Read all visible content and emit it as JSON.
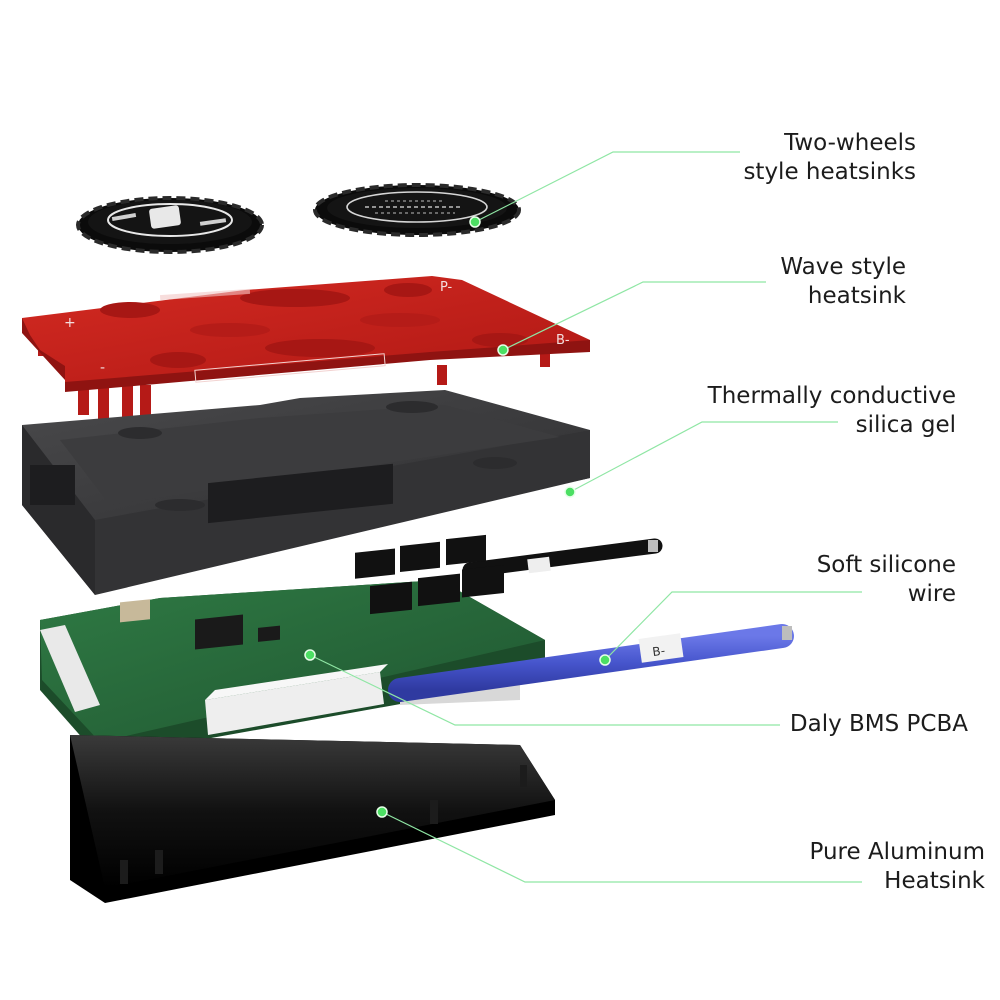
{
  "diagram": {
    "colors": {
      "leader_line": "#8fe6a4",
      "marker_dot": "#4cdf63",
      "red_heatsink": "#c41f1c",
      "case": "#3b3b3d",
      "pcb": "#2d6a3c",
      "wire_blue": "#4a57cf",
      "base_plate": "#111111"
    },
    "callouts": [
      {
        "id": "two-wheels",
        "lines": [
          "Two-wheels",
          "style heatsinks"
        ]
      },
      {
        "id": "wave",
        "lines": [
          "Wave style",
          "heatsink"
        ]
      },
      {
        "id": "gel",
        "lines": [
          "Thermally conductive",
          "silica gel"
        ]
      },
      {
        "id": "wire",
        "lines": [
          "Soft silicone",
          "wire"
        ]
      },
      {
        "id": "pcba",
        "lines": [
          "Daly BMS PCBA"
        ]
      },
      {
        "id": "aluminum",
        "lines": [
          "Pure Aluminum",
          "Heatsink"
        ]
      }
    ],
    "part_labels": {
      "plate_plus": "+",
      "plate_minus": "-",
      "plate_p_minus": "P-",
      "plate_b_minus": "B-",
      "wire_label": "B-"
    }
  }
}
